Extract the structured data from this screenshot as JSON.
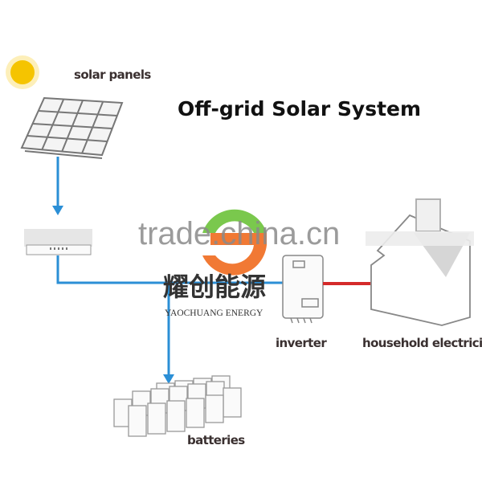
{
  "title": "Off-grid Solar System",
  "labels": {
    "solar_panels": "solar panels",
    "inverter": "inverter",
    "household": "household electricity",
    "batteries": "batteries"
  },
  "watermark": {
    "site": "trade.china.cn",
    "brand_cn": "耀创能源",
    "brand_en": "YAOCHUANG ENERGY"
  },
  "colors": {
    "dc_line": "#2b8fd6",
    "ac_line": "#d42a2a",
    "sun": "#f5c400",
    "logo_green": "#6cc23a",
    "logo_orange": "#f06a1e"
  }
}
